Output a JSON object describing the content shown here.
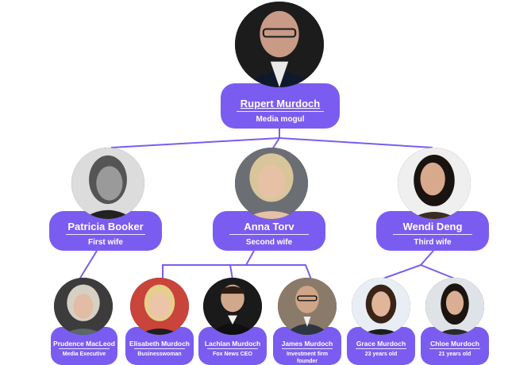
{
  "root": {
    "name": "Rupert Murdoch",
    "subtitle": "Media mogul"
  },
  "spouses": [
    {
      "name": "Patricia Booker",
      "subtitle": "First wife"
    },
    {
      "name": "Anna Torv",
      "subtitle": "Second wife"
    },
    {
      "name": "Wendi Deng",
      "subtitle": "Third wife"
    }
  ],
  "children": [
    {
      "name": "Prudence MacLeod",
      "subtitle": "Media Executive"
    },
    {
      "name": "Elisabeth Murdoch",
      "subtitle": "Businesswoman"
    },
    {
      "name": "Lachlan Murdoch",
      "subtitle": "Fox News CEO"
    },
    {
      "name": "James Murdoch",
      "subtitle": "Investment firm founder"
    },
    {
      "name": "Grace Murdoch",
      "subtitle": "23 years old"
    },
    {
      "name": "Chloe Murdoch",
      "subtitle": "21 years old"
    }
  ],
  "colors": {
    "card": "#7b5cf0",
    "line": "#7b5cf0",
    "text": "#ffffff"
  }
}
